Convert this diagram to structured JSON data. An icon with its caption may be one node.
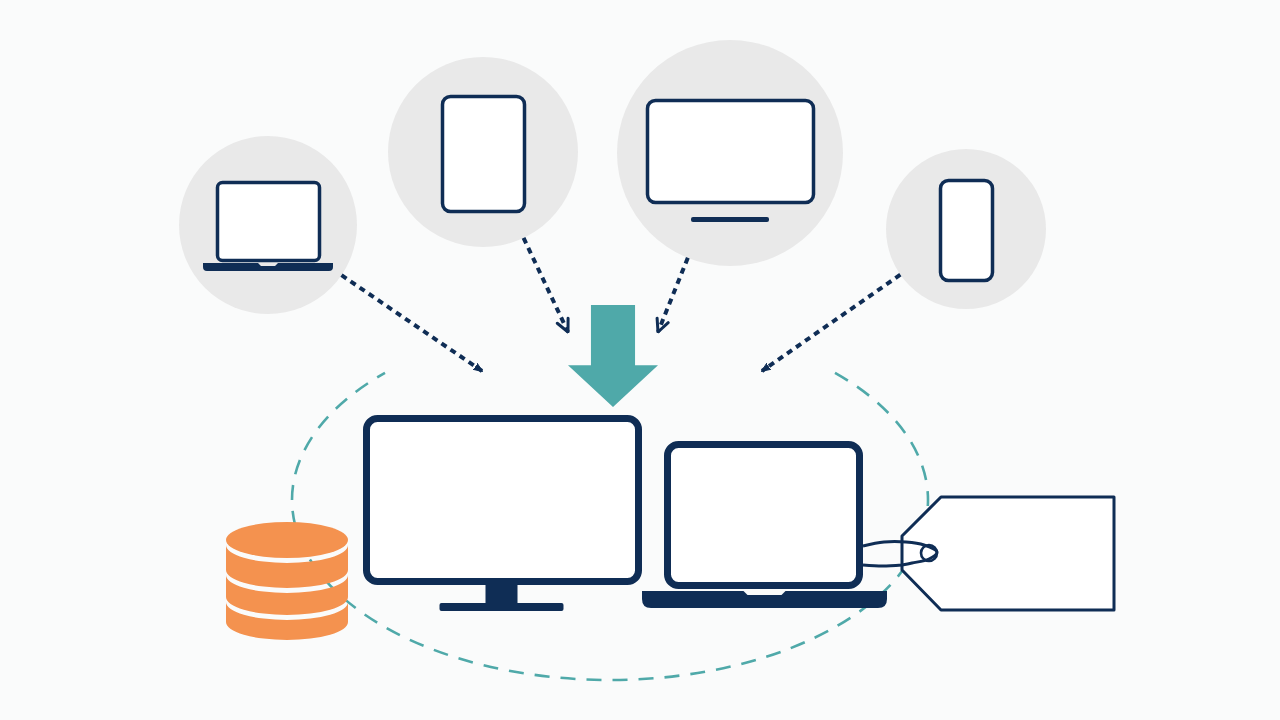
{
  "diagram": {
    "nodes": [
      {
        "text": [],
        "shape": "picture"
      },
      {
        "text": [],
        "shape": "picture"
      },
      {
        "text": [],
        "shape": "picture"
      },
      {
        "text": [],
        "shape": "picture"
      },
      {
        "text": [],
        "shape": "arrow"
      },
      {
        "text": [],
        "shape": "ellipse"
      },
      {
        "text": [],
        "shape": "monitor",
        "in": 5
      },
      {
        "text": [],
        "shape": "laptop",
        "in": 5
      },
      {
        "text": [],
        "shape": "cylinder"
      },
      {
        "text": [],
        "shape": "tag"
      }
    ],
    "edges": [
      {
        "from": 0,
        "to": 5,
        "arrow": "to",
        "style": "dashed"
      },
      {
        "from": 1,
        "to": 4,
        "arrow": "to",
        "style": "dashed"
      },
      {
        "from": 2,
        "to": 4,
        "arrow": "to",
        "style": "dashed"
      },
      {
        "from": 3,
        "to": 5,
        "arrow": "to",
        "style": "dashed"
      },
      {
        "from": 7,
        "to": 9,
        "arrow": "none"
      }
    ]
  }
}
